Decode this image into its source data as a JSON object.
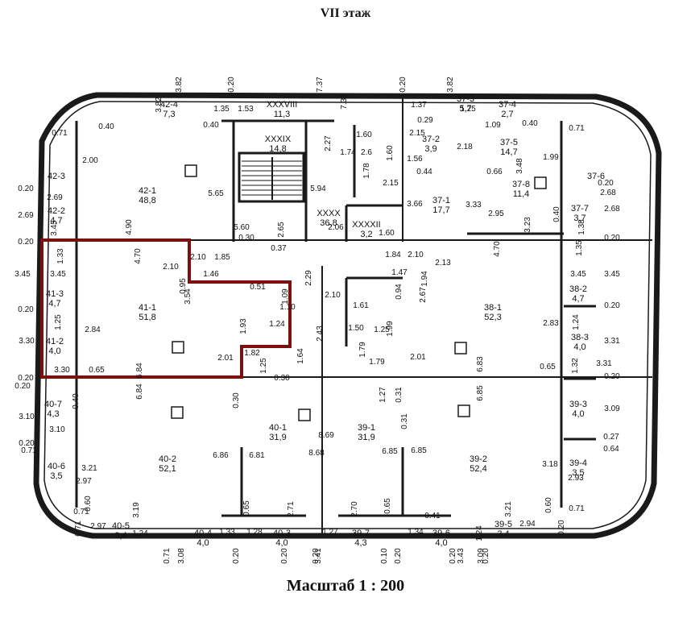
{
  "header": {
    "title": "VII этаж"
  },
  "footer": {
    "scale": "Масштаб 1 : 200"
  },
  "rooms": [
    {
      "name": "42-4",
      "area": "7,3"
    },
    {
      "name": "XXXVIII",
      "area": "11,3"
    },
    {
      "name": "37-3",
      "area": "5,7"
    },
    {
      "name": "37-4",
      "area": "2,7"
    },
    {
      "name": "XXXIX",
      "area": "14,8"
    },
    {
      "name": "37-2",
      "area": "3,9"
    },
    {
      "name": "37-5",
      "area": "14,7"
    },
    {
      "name": "42-1",
      "area": "48,8"
    },
    {
      "name": "42-3",
      "area": ""
    },
    {
      "name": "37-8",
      "area": "11,4"
    },
    {
      "name": "37-6",
      "area": ""
    },
    {
      "name": "XXXX",
      "area": "36,8"
    },
    {
      "name": "37-1",
      "area": "17,7"
    },
    {
      "name": "37-7",
      "area": "3,7"
    },
    {
      "name": "42-2",
      "area": "4,7"
    },
    {
      "name": "XXXXII",
      "area": "3,2"
    },
    {
      "name": "41-3",
      "area": "4,7"
    },
    {
      "name": "41-1",
      "area": "51,8"
    },
    {
      "name": "38-1",
      "area": "52,3"
    },
    {
      "name": "38-2",
      "area": "4,7"
    },
    {
      "name": "41-2",
      "area": "4,0"
    },
    {
      "name": "38-3",
      "area": "4,0"
    },
    {
      "name": "40-7",
      "area": "4,3"
    },
    {
      "name": "39-3",
      "area": "4,0"
    },
    {
      "name": "40-1",
      "area": "31,9"
    },
    {
      "name": "39-1",
      "area": "31,9"
    },
    {
      "name": "40-2",
      "area": "52,1"
    },
    {
      "name": "39-2",
      "area": "52,4"
    },
    {
      "name": "40-6",
      "area": "3,5"
    },
    {
      "name": "39-4",
      "area": "3,5"
    },
    {
      "name": "40-5",
      "area": "3,4"
    },
    {
      "name": "40-4",
      "area": "4,0"
    },
    {
      "name": "40-3",
      "area": "4,0"
    },
    {
      "name": "39-7",
      "area": "4,3"
    },
    {
      "name": "39-6",
      "area": "4,0"
    },
    {
      "name": "39-5",
      "area": "3,4"
    }
  ],
  "dimensions": [
    "3.82",
    "0.20",
    "7.37",
    "0.20",
    "3.82",
    "3.82",
    "1.35",
    "1.53",
    "7.37",
    "1.37",
    "1.25",
    "0.71",
    "0.40",
    "0.40",
    "0.29",
    "1.09",
    "0.40",
    "0.71",
    "2.00",
    "2.27",
    "1.60",
    "2.15",
    "1.74",
    "2.6",
    "1.60",
    "1.56",
    "2.18",
    "1.99",
    "0.44",
    "0.66",
    "3.48",
    "0.20",
    "2.69",
    "5.65",
    "5.94",
    "1.78",
    "2.15",
    "3.66",
    "3.33",
    "0.20",
    "2.68",
    "2.69",
    "3.45",
    "4.90",
    "5.60",
    "2.65",
    "2.06",
    "1.60",
    "2.95",
    "3.23",
    "0.40",
    "1.38",
    "2.68",
    "0.20",
    "1.33",
    "4.70",
    "2.10",
    "2.10",
    "1.85",
    "0.37",
    "0.30",
    "1.84",
    "2.10",
    "2.13",
    "4.70",
    "1.35",
    "0.20",
    "3.45",
    "3.45",
    "1.46",
    "0.95",
    "2.29",
    "1.47",
    "1.94",
    "3.45",
    "3.45",
    "0.20",
    "3.54",
    "0.51",
    "1.09",
    "1.10",
    "2.10",
    "1.61",
    "0.94",
    "2.67",
    "0.20",
    "1.25",
    "2.84",
    "1.93",
    "1.24",
    "2.43",
    "1.50",
    "1.25",
    "1.99",
    "2.83",
    "1.24",
    "3.30",
    "1.64",
    "1.79",
    "3.31",
    "0.20",
    "3.30",
    "0.65",
    "6.84",
    "2.01",
    "1.82",
    "1.25",
    "0.30",
    "1.79",
    "2.01",
    "6.83",
    "0.65",
    "1.32",
    "3.31",
    "0.20",
    "6.84",
    "0.40",
    "0.30",
    "1.27",
    "0.31",
    "6.85",
    "3.10",
    "3.09",
    "3.10",
    "8.69",
    "0.31",
    "0.20",
    "0.27",
    "0.71",
    "0.64",
    "3.21",
    "6.86",
    "6.81",
    "8.68",
    "6.85",
    "6.85",
    "3.18",
    "2.93",
    "2.97",
    "3.19",
    "0.60",
    "0.65",
    "2.71",
    "2.70",
    "0.65",
    "0.41",
    "3.21",
    "0.60",
    "0.71",
    "0.71",
    "2.97",
    "1.24",
    "1.33",
    "1.28",
    "1.27",
    "1.34",
    "1.24",
    "2.94",
    "0.71",
    "3.08",
    "0.20",
    "3.41",
    "0.10",
    "3.43",
    "3.09",
    "0.20",
    "0.71",
    "0.20",
    "0.20",
    "0.20",
    "0.20",
    "0.20",
    "0.20",
    "0.20"
  ],
  "colors": {
    "ink": "#1a1a1a",
    "highlight": "#7a1010",
    "wall": "#1a1a1a"
  }
}
